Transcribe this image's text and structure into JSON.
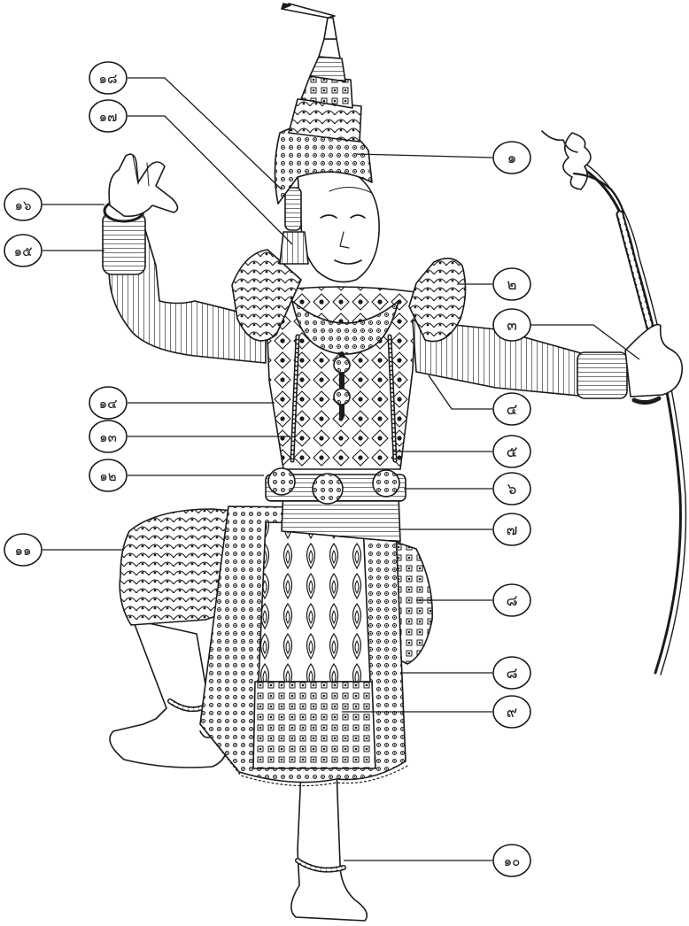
{
  "colors": {
    "ink": "#1a1a1a",
    "paper": "#ffffff"
  },
  "callouts": [
    {
      "label": "๑",
      "part": "crown"
    },
    {
      "label": "๒",
      "part": "shoulder-wing"
    },
    {
      "label": "๓",
      "part": "bow-grip"
    },
    {
      "label": "๔",
      "part": "chest-edge"
    },
    {
      "label": "๕",
      "part": "chain"
    },
    {
      "label": "๖",
      "part": "belt"
    },
    {
      "label": "๗",
      "part": "sash"
    },
    {
      "label": "๘",
      "part": "side-flap"
    },
    {
      "label": "๘",
      "part": "front-panel"
    },
    {
      "label": "๙",
      "part": "apron"
    },
    {
      "label": "๑๐",
      "part": "anklet"
    },
    {
      "label": "๑๑",
      "part": "trousers"
    },
    {
      "label": "๑๒",
      "part": "belt-ornament"
    },
    {
      "label": "๑๓",
      "part": "necklace-chain"
    },
    {
      "label": "๑๔",
      "part": "vest"
    },
    {
      "label": "๑๕",
      "part": "arm-sleeve"
    },
    {
      "label": "๑๖",
      "part": "bracelet"
    },
    {
      "label": "๑๗",
      "part": "ear-tassel"
    },
    {
      "label": "๑๘",
      "part": "crown-side"
    }
  ]
}
